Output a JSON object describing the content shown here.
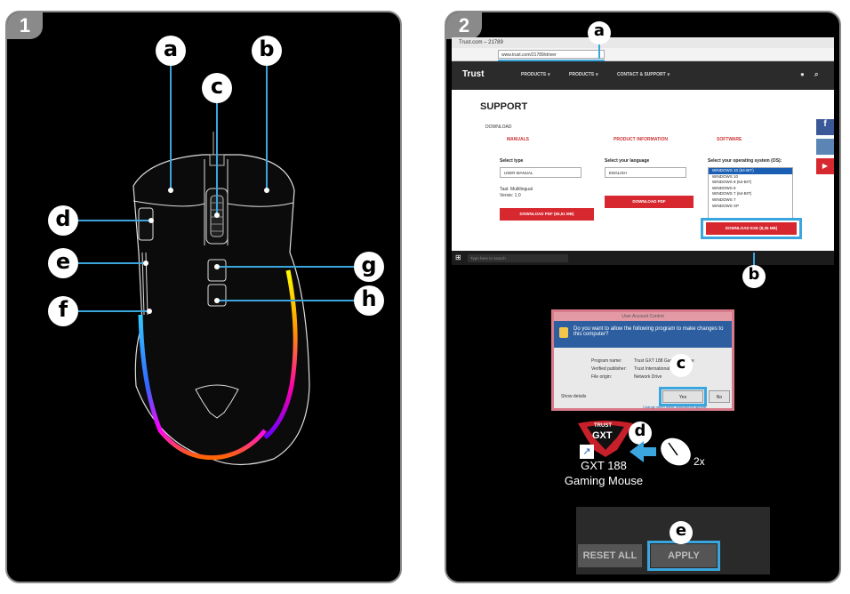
{
  "step1": {
    "number": "1",
    "badges": {
      "a": "a",
      "b": "b",
      "c": "c",
      "d": "d",
      "e": "e",
      "f": "f",
      "g": "g",
      "h": "h"
    }
  },
  "step2": {
    "number": "2",
    "badges": {
      "a": "a",
      "b": "b",
      "c": "c",
      "d": "d",
      "e": "e"
    },
    "browser": {
      "tab_title": "Trust.com – 21789",
      "url": "www.trust.com/21789/driver",
      "brand": "Trust",
      "nav": [
        "PRODUCTS ∨",
        "PRODUCTS ∨",
        "CONTACT & SUPPORT ∨"
      ],
      "heading": "SUPPORT",
      "download_label": "DOWNLOAD",
      "columns": {
        "manuals": {
          "head": "MANUALS",
          "select_label": "Select type",
          "select_value": "USER MANUAL",
          "meta_type": "Taal: Multilingual",
          "meta_version": "Versie: 1.0",
          "button": "DOWNLOAD PDF (50,51 MB)"
        },
        "product_info": {
          "head": "PRODUCT INFORMATION",
          "select_label": "Select your language",
          "select_value": "ENGLISH",
          "button": "DOWNLOAD PDF"
        },
        "software": {
          "head": "SOFTWARE",
          "select_label": "Select your operating system (OS):",
          "os_options": [
            "WINDOWS 10 (64-BIT)",
            "WINDOWS 10",
            "WINDOWS 8 (64-BIT)",
            "WINDOWS 8",
            "WINDOWS 7 (64-BIT)",
            "WINDOWS 7",
            "WINDOWS XP"
          ],
          "button": "DOWNLOAD EXE (8,35 MB)"
        }
      },
      "taskbar_search": "Type here to search"
    },
    "uac": {
      "title": "User Account Control",
      "question": "Do you want to allow the following program to make changes to this computer?",
      "rows": [
        {
          "label": "Program name:",
          "value": "Trust GXT 188 Gaming Mouse"
        },
        {
          "label": "Verified publisher:",
          "value": "Trust International BV"
        },
        {
          "label": "File origin:",
          "value": "Network Drive"
        }
      ],
      "show_details": "Show details",
      "yes": "Yes",
      "no": "No",
      "change_link": "Change when these notifications appear"
    },
    "shortcut": {
      "logo_top": "TRUST",
      "logo_main": "GXT",
      "name_line1": "GXT 188",
      "name_line2": "Gaming Mouse",
      "clicks": "2x"
    },
    "apply_panel": {
      "reset": "RESET ALL",
      "apply": "APPLY"
    }
  },
  "colors": {
    "highlight": "#3aa6dd",
    "red": "#d8282f",
    "panel_border": "#8a8a8a"
  }
}
